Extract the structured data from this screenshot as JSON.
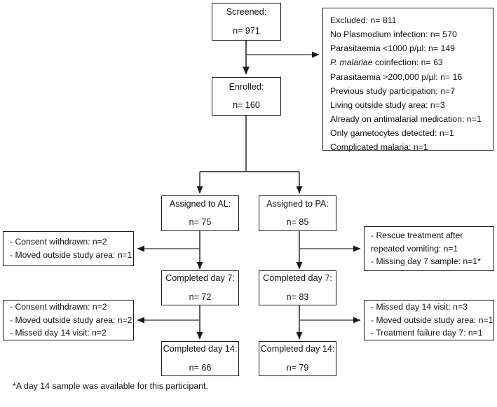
{
  "figure": {
    "type": "flowchart",
    "kind": "CONSORT participant flow diagram",
    "footnote": "*A day 14 sample was available for this participant."
  },
  "nodes": {
    "screened": {
      "title": "Screened:",
      "count": "n= 971"
    },
    "enrolled": {
      "title": "Enrolled:",
      "count": "n= 160"
    },
    "assigned_al": {
      "title": "Assigned to AL:",
      "count": "n= 75"
    },
    "assigned_pa": {
      "title": "Assigned to PA:",
      "count": "n= 85"
    },
    "completed_day7_al": {
      "title": "Completed day 7:",
      "count": "n= 72"
    },
    "completed_day7_pa": {
      "title": "Completed day 7:",
      "count": "n= 83"
    },
    "completed_day14_al": {
      "title": "Completed day 14:",
      "count": "n= 66"
    },
    "completed_day14_pa": {
      "title": "Completed day 14:",
      "count": "n= 79"
    }
  },
  "excluded": {
    "lines": [
      "Excluded: n= 811",
      "No Plasmodium infection: n= 570",
      "Parasitaemia <1000 p/µl: n= 149",
      "P. malariae coinfection: n= 63",
      "Parasitaemia >200,000 p/µl: n= 16",
      "Previous study participation: n=7",
      "Living outside study area: n=3",
      "Already on antimalarial medication: n=1",
      "Only gametocytes detected: n=1",
      "Complicated malaria: n=1"
    ],
    "italic_line_index": 3,
    "italic_part": "P. malariae",
    "italic_rest": " coinfection: n= 63"
  },
  "dropouts": {
    "al_day7": [
      "- Consent withdrawn: n=2",
      "- Moved outside study area: n=1"
    ],
    "pa_day7": [
      "- Rescue treatment after",
      "repeated vomiting: n=1",
      "- Missing day 7 sample: n=1*"
    ],
    "al_day14": [
      "- Consent withdrawn: n=2",
      "- Moved outside study area: n=2",
      "- Missed day 14 visit: n=2"
    ],
    "pa_day14": [
      "- Missed day 14 visit: n=3",
      "- Moved outside study area: n=1",
      "- Treatment failure day 7: n=1"
    ]
  },
  "colors": {
    "border": "#1a1a1a",
    "text": "#111111",
    "background": "#ffffff",
    "connector": "#333333"
  }
}
